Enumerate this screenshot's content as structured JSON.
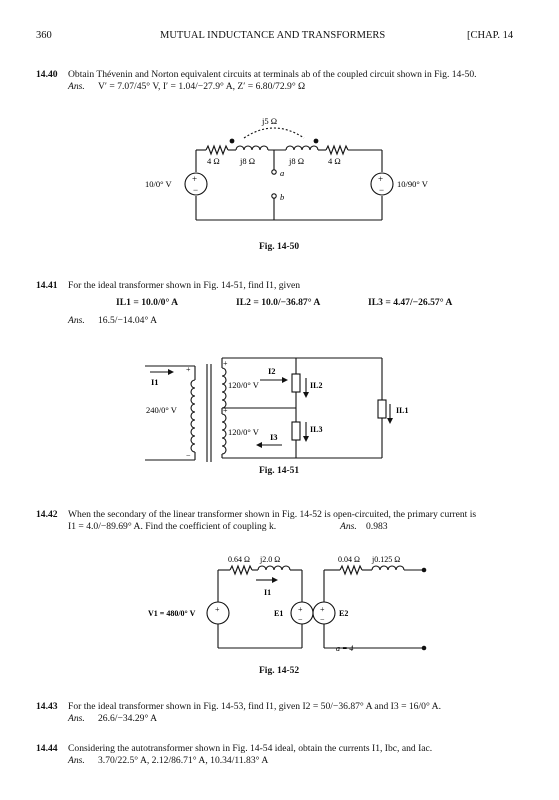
{
  "header": {
    "page_number": "360",
    "title": "MUTUAL INDUCTANCE AND TRANSFORMERS",
    "chapter": "[CHAP. 14"
  },
  "problems": {
    "p1440": {
      "number": "14.40",
      "text": "Obtain Thévenin and Norton equivalent circuits at terminals ab of the coupled circuit shown in Fig. 14-50.",
      "ans_label": "Ans.",
      "ans": "V′ = 7.07/45° V, I′ = 1.04/−27.9° A, Z′ = 6.80/72.9° Ω"
    },
    "p1441": {
      "number": "14.41",
      "text": "For the ideal transformer shown in Fig. 14-51, find I1, given",
      "given": [
        "IL1 = 10.0/0° A",
        "IL2 = 10.0/−36.87° A",
        "IL3 = 4.47/−26.57° A"
      ],
      "ans_label": "Ans.",
      "ans": "16.5/−14.04° A"
    },
    "p1442": {
      "number": "14.42",
      "text_line1": "When the secondary of the linear transformer shown in Fig. 14-52 is open-circuited, the primary current is",
      "text_line2": "I1 = 4.0/−89.69° A. Find the coefficient of coupling k.",
      "ans_label": "Ans.",
      "ans": "0.983"
    },
    "p1443": {
      "number": "14.43",
      "text": "For the ideal transformer shown in Fig. 14-53, find I1, given I2 = 50/−36.87° A and I3 = 16/0° A.",
      "ans_label": "Ans.",
      "ans": "26.6/−34.29° A"
    },
    "p1444": {
      "number": "14.44",
      "text": "Considering the autotransformer shown in Fig. 14-54 ideal, obtain the currents I1, Ibc, and Iac.",
      "ans_label": "Ans.",
      "ans": "3.70/22.5° A, 2.12/86.71° A, 10.34/11.83° A"
    }
  },
  "fig1450": {
    "caption": "Fig. 14-50",
    "mutual": "j5 Ω",
    "r_left": "4 Ω",
    "l_left": "j8 Ω",
    "l_right": "j8 Ω",
    "r_right": "4 Ω",
    "src_left": "10/0° V",
    "src_right": "10/90° V",
    "term_a": "a",
    "term_b": "b"
  },
  "fig1451": {
    "caption": "Fig. 14-51",
    "i1": "I1",
    "src": "240/0° V",
    "v_upper": "120/0° V",
    "v_lower": "120/0° V",
    "i2": "I2",
    "i3": "I3",
    "il1": "IL1",
    "il2": "IL2",
    "il3": "IL3"
  },
  "fig1452": {
    "caption": "Fig. 14-52",
    "r1": "0.64 Ω",
    "l1": "j2.0 Ω",
    "r2": "0.04 Ω",
    "l2": "j0.125 Ω",
    "i1": "I1",
    "v1": "V1 = 480/0° V",
    "e1": "E1",
    "e2": "E2",
    "ratio": "a = 4"
  }
}
